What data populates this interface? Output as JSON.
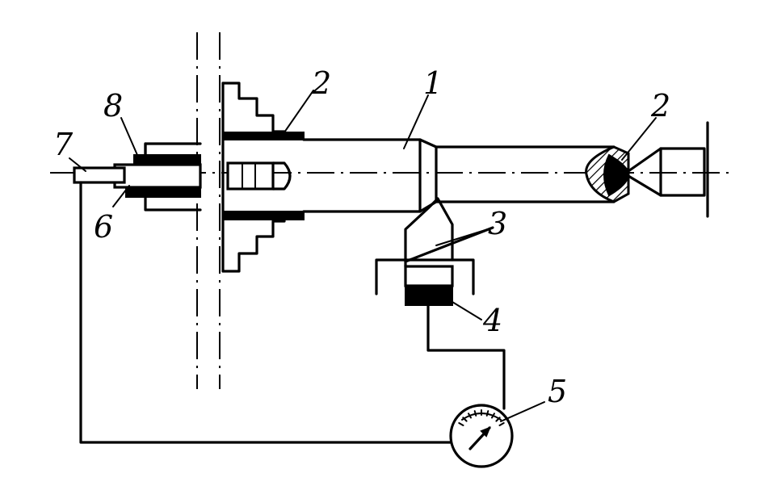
{
  "labels": {
    "l1": "1",
    "l2_top": "2",
    "l2_right": "2",
    "l3": "3",
    "l4": "4",
    "l5": "5",
    "l6": "6",
    "l7": "7",
    "l8": "8"
  },
  "gauge": {
    "ticks": 9
  },
  "colors": {
    "ink": "#000000",
    "paper": "#ffffff"
  }
}
